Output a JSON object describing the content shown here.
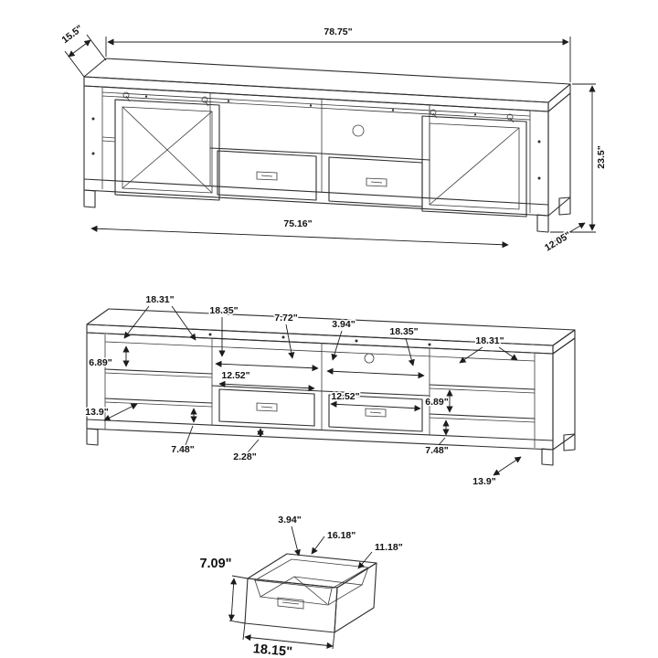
{
  "meta": {
    "background": "#ffffff",
    "line_color": "#2f2f2f",
    "text_color": "#111111",
    "subject": "TV console 3-view dimension diagram"
  },
  "perspective_view": {
    "depth_top": "15.5\"",
    "width_top": "78.75\"",
    "height_right": "23.5\"",
    "width_bottom": "75.16\"",
    "depth_bottom": "12.05\""
  },
  "front_view": {
    "shelf_left_top": "18.31\"",
    "opening_left": "18.35\"",
    "center_gap": "7.72\"",
    "center_small": "3.94\"",
    "opening_right": "18.35\"",
    "shelf_right_top": "18.31\"",
    "shelf_height_left": "6.89\"",
    "drawer_left_width": "12.52\"",
    "drawer_right_width": "12.52\"",
    "shelf_height_right": "6.89\"",
    "depth_left": "13.9\"",
    "lower_left_height": "7.48\"",
    "base_height": "2.28\"",
    "lower_right_height": "7.48\"",
    "depth_right": "13.9\""
  },
  "drawer_view": {
    "height": "7.09\"",
    "width": "18.15\"",
    "inner_height": "3.94\"",
    "depth": "16.18\"",
    "inner_depth": "11.18\""
  }
}
